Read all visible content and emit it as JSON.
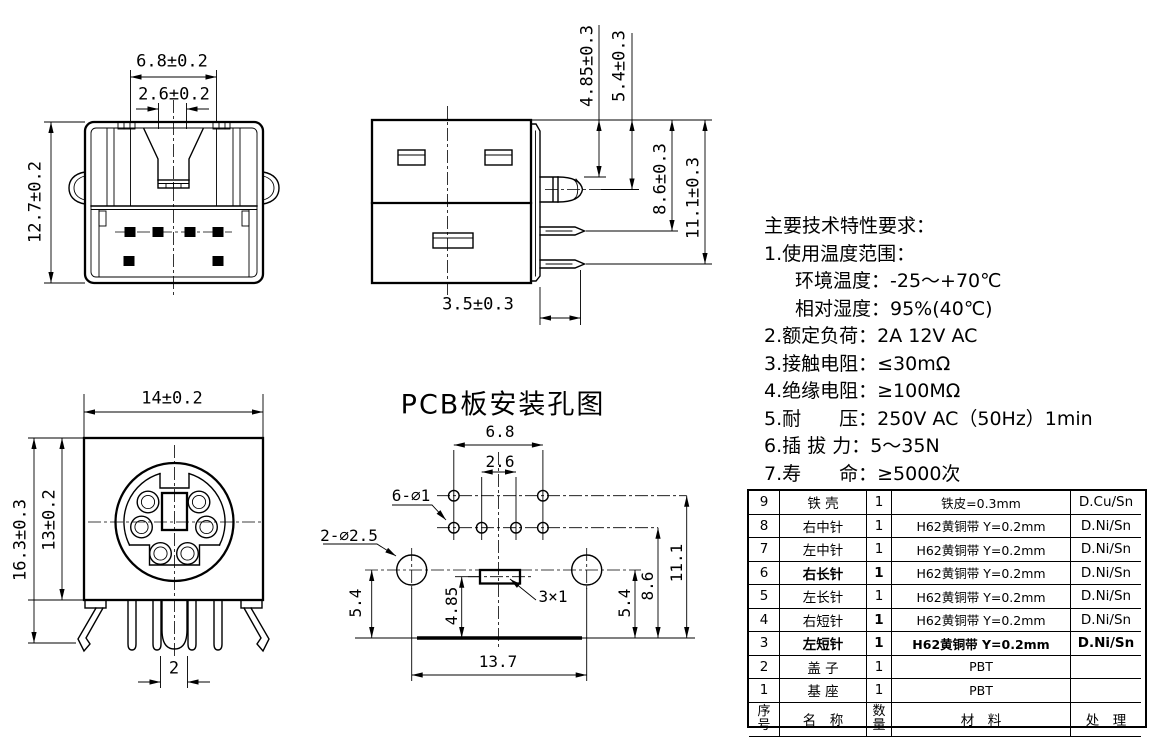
{
  "page": {
    "background": "#ffffff",
    "line_color": "#000000"
  },
  "views": {
    "rear": {
      "dims": {
        "d68": "6.8±0.2",
        "d26": "2.6±0.2",
        "d127": "12.7±0.2"
      }
    },
    "side": {
      "dims": {
        "d485": "4.85±0.3",
        "d54": "5.4±0.3",
        "d86": "8.6±0.3",
        "d111": "11.1±0.3",
        "d35": "3.5±0.3"
      }
    },
    "front": {
      "dims": {
        "d14": "14±0.2",
        "d163": "16.3±0.3",
        "d13": "13±0.2",
        "d2": "2"
      }
    },
    "pcb": {
      "title": "PCB板安装孔图",
      "dims": {
        "d68": "6.8",
        "d26": "2.6",
        "small_holes": "6-⌀1",
        "big_holes": "2-⌀2.5",
        "d54l": "5.4",
        "d485": "4.85",
        "slot": "3×1",
        "d54r": "5.4",
        "d86": "8.6",
        "d111": "11.1",
        "d137": "13.7"
      }
    }
  },
  "tech": {
    "lines": [
      "主要技术特性要求：",
      "1.使用温度范围：",
      "环境温度：-25～+70℃",
      "相对湿度：95%(40℃)",
      "2.额定负荷：2A 12V AC",
      "3.接触电阻：≤30mΩ",
      "4.绝缘电阻：≥100MΩ",
      "5.耐　　压：250V AC（50Hz）1min",
      "6.插 拔 力：5～35N",
      "7.寿　　命：≥5000次"
    ]
  },
  "table": {
    "header": {
      "no": "序号",
      "name": "名　称",
      "qty": "数量",
      "material": "材　料",
      "finish": "处　理"
    },
    "rows": [
      {
        "no": "9",
        "name": "铁 壳",
        "qty": "1",
        "material": "铁皮=0.3mm",
        "finish": "D.Cu/Sn"
      },
      {
        "no": "8",
        "name": "右中针",
        "qty": "1",
        "material": "H62黄铜带 Y=0.2mm",
        "finish": "D.Ni/Sn"
      },
      {
        "no": "7",
        "name": "左中针",
        "qty": "1",
        "material": "H62黄铜带 Y=0.2mm",
        "finish": "D.Ni/Sn"
      },
      {
        "no": "6",
        "name": "右长针",
        "qty": "1",
        "material": "H62黄铜带 Y=0.2mm",
        "finish": "D.Ni/Sn"
      },
      {
        "no": "5",
        "name": "左长针",
        "qty": "1",
        "material": "H62黄铜带 Y=0.2mm",
        "finish": "D.Ni/Sn"
      },
      {
        "no": "4",
        "name": "右短针",
        "qty": "1",
        "material": "H62黄铜带 Y=0.2mm",
        "finish": "D.Ni/Sn"
      },
      {
        "no": "3",
        "name": "左短针",
        "qty": "1",
        "material": "H62黄铜带 Y=0.2mm",
        "finish": "D.Ni/Sn"
      },
      {
        "no": "2",
        "name": "盖 子",
        "qty": "1",
        "material": "PBT",
        "finish": ""
      },
      {
        "no": "1",
        "name": "基 座",
        "qty": "1",
        "material": "PBT",
        "finish": ""
      }
    ]
  }
}
